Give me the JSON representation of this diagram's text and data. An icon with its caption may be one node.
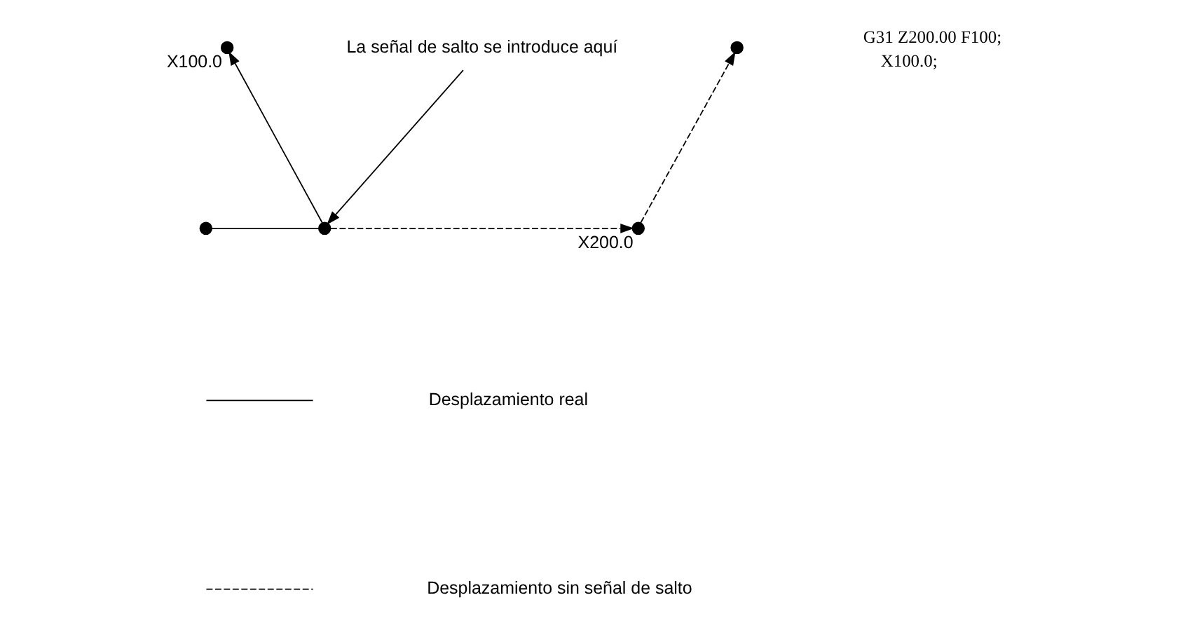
{
  "diagram": {
    "nodes": [
      {
        "text": [],
        "shape": "circle"
      },
      {
        "text": [],
        "shape": "circle"
      },
      {
        "text": [],
        "shape": "circle",
        "beside": [
          "X200.0"
        ]
      },
      {
        "text": [],
        "shape": "circle",
        "beside": [
          "X100.0"
        ]
      },
      {
        "text": [],
        "shape": "circle"
      },
      {
        "text": [
          "La señal de salto se introduce aquí"
        ]
      }
    ],
    "edges": [
      {
        "from": 0,
        "to": 1,
        "arrow": "none"
      },
      {
        "from": 1,
        "to": 3,
        "arrow": "to"
      },
      {
        "from": 1,
        "to": 2,
        "arrow": "to",
        "style": "dashed"
      },
      {
        "from": 2,
        "to": 4,
        "arrow": "to",
        "style": "dashed"
      },
      {
        "from": 5,
        "to": 1,
        "arrow": "to"
      }
    ],
    "labels": [
      "G31 Z200.00 F100;",
      "X100.0;"
    ],
    "legend": [
      {
        "text": "Desplazamiento real"
      },
      {
        "text": "Desplazamiento sin señal de salto"
      }
    ]
  }
}
